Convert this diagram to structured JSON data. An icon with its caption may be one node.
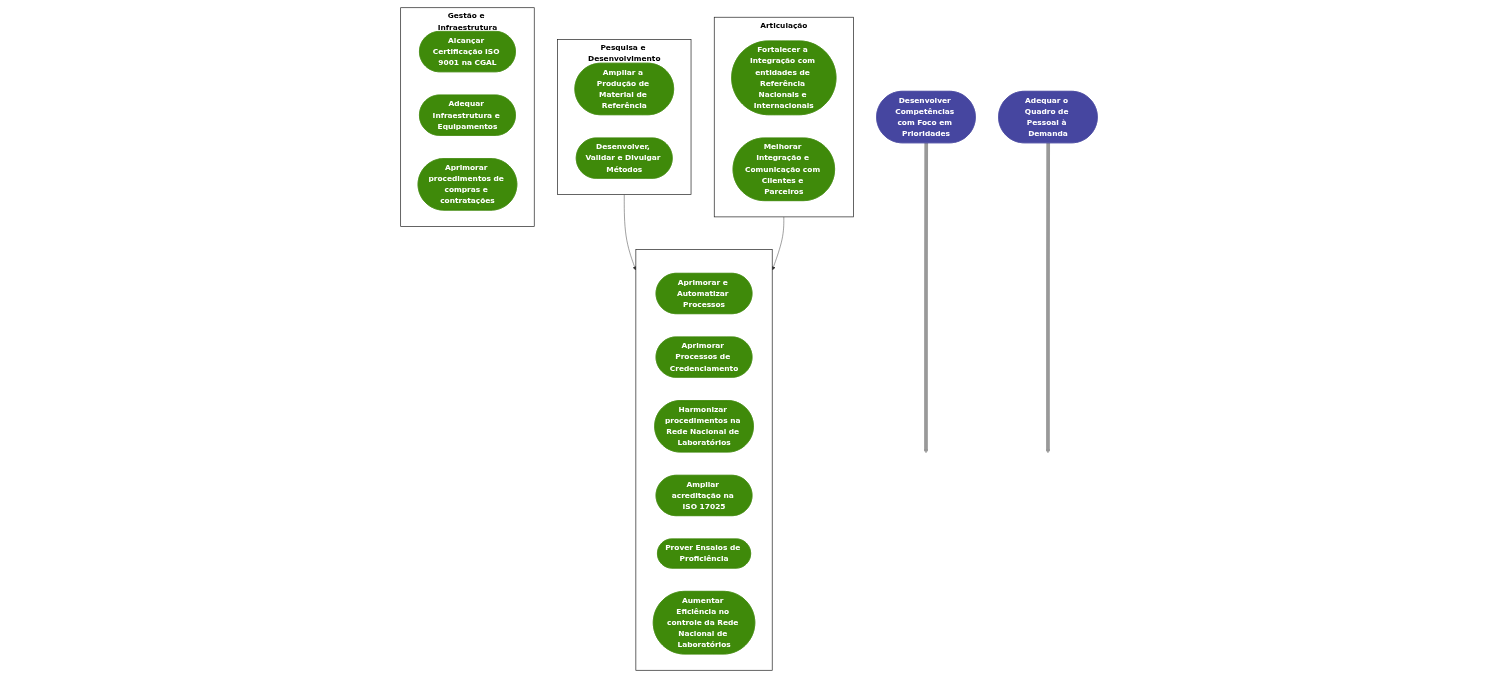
{
  "diagram": {
    "nodes": [
      {
        "text": [
          "Pesquisa e Desenvolvimento"
        ]
      },
      {
        "text": [
          "Ampliar a Produção de Material de Referência"
        ],
        "in": 0
      },
      {
        "text": [
          "Desenvolver, Validar e Divulgar Métodos"
        ],
        "in": 0
      },
      {
        "text": [],
        "shape": "box"
      },
      {
        "text": [
          "Aprimorar e Automatizar Processos"
        ],
        "in": 3
      },
      {
        "text": [
          "Aprimorar Processos de Credenciamento"
        ],
        "in": 3
      },
      {
        "text": [
          "Harmonizar procedimentos na Rede Nacional de Laboratórios"
        ],
        "in": 3
      },
      {
        "text": [
          "Ampliar acreditação na ISO 17025"
        ],
        "in": 3
      },
      {
        "text": [
          "Prover Ensaios de Proficiência"
        ],
        "in": 3
      },
      {
        "text": [
          "Aumentar Eficiência no controle da Rede Nacional de Laboratórios"
        ],
        "in": 3
      },
      {
        "text": [
          "Articulação"
        ]
      },
      {
        "text": [
          "Fortalecer a Integração com entidades de Referência Nacionais e Internacionais"
        ],
        "in": 10
      },
      {
        "text": [
          "Melhorar Integração e Comunicação com Clientes e Parceiros"
        ],
        "in": 10
      },
      {
        "text": [
          "Gestão e Infraestrutura"
        ]
      },
      {
        "text": [
          "Alcançar Certificação ISO 9001 na CGAL"
        ],
        "in": 13
      },
      {
        "text": [
          "Adequar Infraestrutura e Equipamentos"
        ],
        "in": 13
      },
      {
        "text": [
          "Aprimorar procedimentos de compras e contratações"
        ],
        "in": 13
      },
      {
        "text": [
          "Desenvolver Competências com Foco em Prioridades"
        ]
      },
      {
        "text": [
          "Adequar o Quadro de Pessoal à Demanda"
        ]
      }
    ],
    "edges": [
      {
        "from": 0,
        "to": 3,
        "arrow": "to"
      },
      {
        "from": 10,
        "to": 3,
        "arrow": "to"
      },
      {
        "from": 17,
        "to": null,
        "arrow": "to",
        "style": "thick",
        "color": "#999999"
      },
      {
        "from": 18,
        "to": null,
        "arrow": "to",
        "style": "thick",
        "color": "#999999"
      }
    ]
  }
}
